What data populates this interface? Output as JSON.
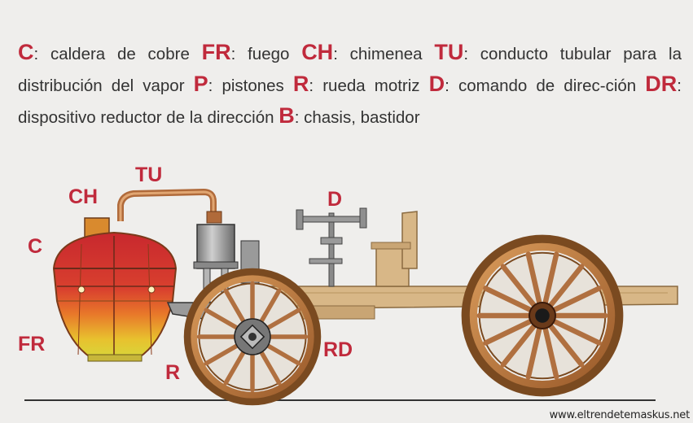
{
  "legend": [
    {
      "code": "C",
      "desc": ": caldera de cobre "
    },
    {
      "code": "FR",
      "desc": ": fuego "
    },
    {
      "code": "CH",
      "desc": ": chimenea "
    },
    {
      "code": "TU",
      "desc": ": conducto tubular para la distribución del vapor "
    },
    {
      "code": "P",
      "desc": ": pistones "
    },
    {
      "code": "R",
      "desc": ": rueda motriz "
    },
    {
      "code": "D",
      "desc": ": comando de direc-ción "
    },
    {
      "code": "DR",
      "desc": ": dispositivo reductor de la dirección "
    },
    {
      "code": "B",
      "desc": ": chasis, bastidor"
    }
  ],
  "labels": {
    "tu": "TU",
    "ch": "CH",
    "c": "C",
    "d": "D",
    "fr": "FR",
    "r": "R",
    "rd": "RD"
  },
  "credit": "www.eltrendetemaskus.net",
  "colors": {
    "accent": "#c02a3c",
    "wood": "#d8b787",
    "copper": "#b06a3a"
  }
}
